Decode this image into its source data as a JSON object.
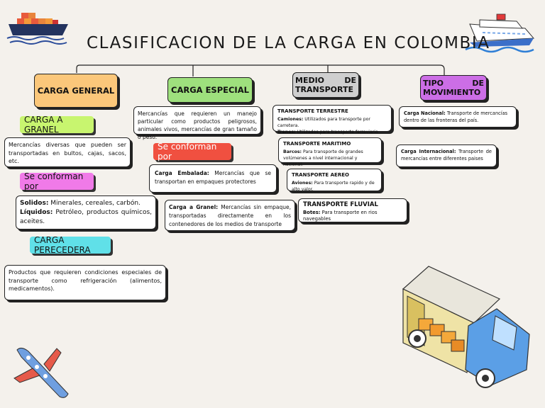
{
  "title": "CLASIFICACION DE LA CARGA EN COLOMBIA",
  "colors": {
    "orange": "#fbc77a",
    "green": "#9ee07d",
    "grey": "#cfcfcf",
    "purple": "#cc6ee6",
    "chip_green": "#c8f56f",
    "chip_pink": "#f07ae8",
    "chip_red": "#f05040",
    "chip_cyan": "#60e0e8"
  },
  "carga_general": {
    "header": "CARGA GENERAL",
    "granel_chip": "CARGA A GRANEL",
    "granel_text": "Mercancías diversas que pueden ser transportadas en bultos, cajas, sacos, etc.",
    "conforman_chip": "Se conforman por",
    "solidos_label": "Solidos:",
    "solidos_text": " Minerales, cereales, carbón.",
    "liquidos_label": "Líquidos:",
    "liquidos_text": " Petróleo, productos químicos, aceites.",
    "perecedera_chip": "CARGA PERECEDERA",
    "perecedera_text": "Productos que requieren condiciones especiales de transporte como refrigeración (alimentos, medicamentos)."
  },
  "carga_especial": {
    "header": "CARGA ESPECIAL",
    "text": "Mercancías que requieren un manejo particular como productos peligrosos, animales vivos, mercancías de gran tamaño o peso.",
    "conforman_chip": "Se conforman por",
    "embalada_label": "Carga Embalada:",
    "embalada_text": " Mercancías que se transportan en empaques protectores",
    "granel_label": "Carga a Granel:",
    "granel_text": " Mercancías sin empaque, transportadas directamente en los contenedores de los medios de transporte"
  },
  "medio_transporte": {
    "header": "MEDIO DE TRANSPORTE",
    "terrestre_title": "TRANSPORTE TERRESTRE",
    "camiones_label": "Camiones:",
    "camiones_text": " Utilizados para transporte por carretera.",
    "trenes_label": "Trenes:",
    "trenes_text": " Utilizados para transporte ferroviario",
    "maritimo_title": "TRANSPORTE MARITIMO",
    "barcos_label": "Barcos:",
    "barcos_text": " Para transporte de grandes volúmenes a nivel internacional y nacional.",
    "aereo_title": "TRANSPORTE AEREO",
    "aviones_label": "Aviones:",
    "aviones_text": " Para transporte rapido y de alto valor.",
    "fluvial_title": "TRANSPORTE FLUVIAL",
    "botes_label": "Botes:",
    "botes_text": " Para transporte en rios navegables"
  },
  "tipo_movimiento": {
    "header": "TIPO DE MOVIMIENTO",
    "nacional_label": "Carga Nacional:",
    "nacional_text": " Transporte de mercancías dentro de las fronteras del país.",
    "internacional_label": "Carga Internacional:",
    "internacional_text": " Transporte de mercancías entre diferentes paises"
  }
}
